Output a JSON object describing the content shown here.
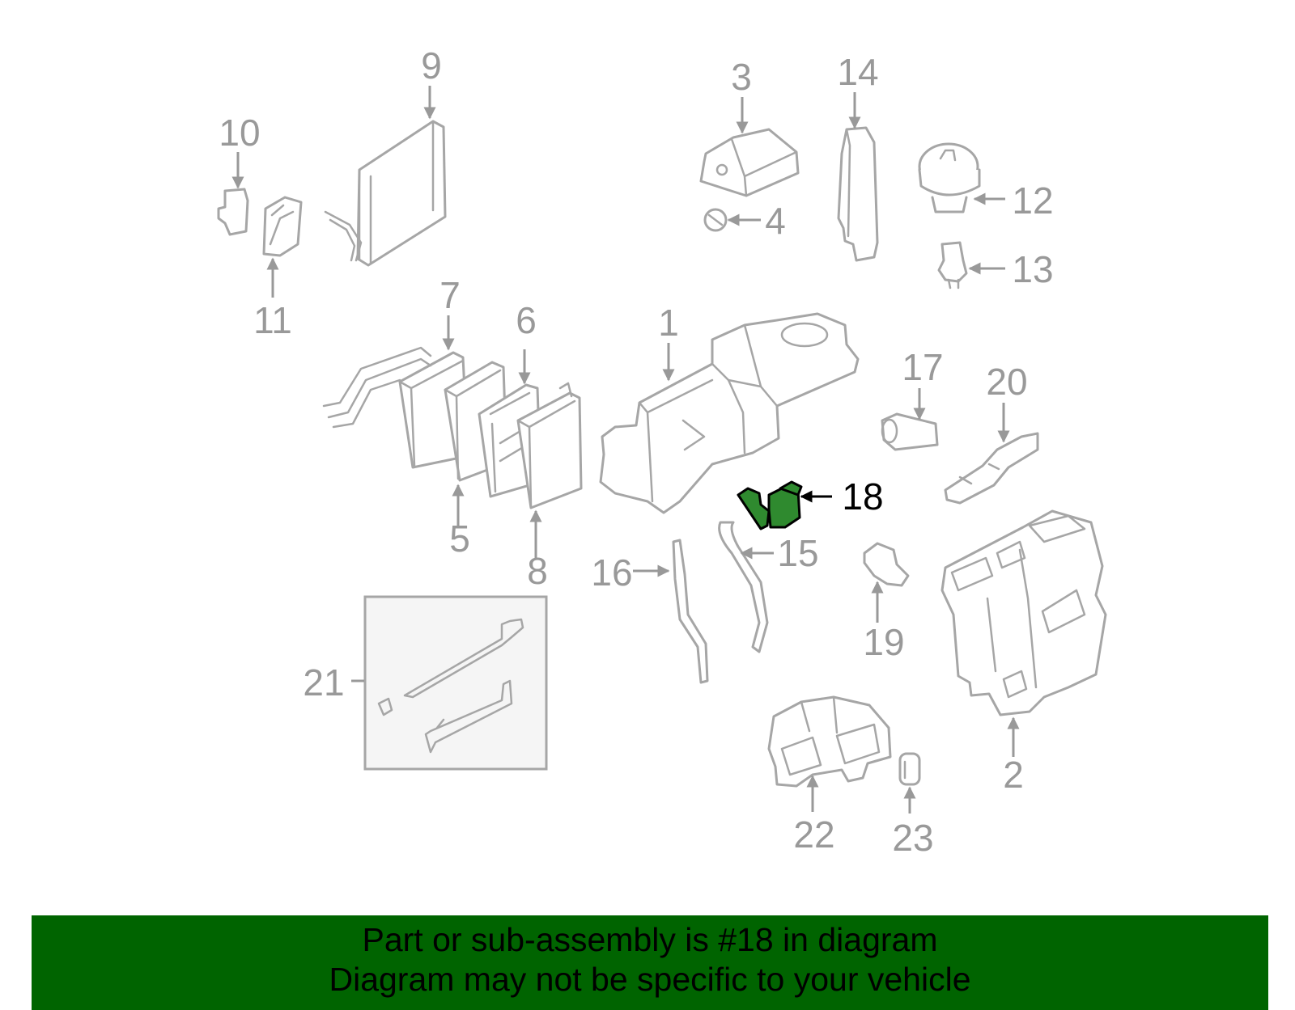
{
  "callouts": [
    "1",
    "2",
    "3",
    "4",
    "5",
    "6",
    "7",
    "8",
    "9",
    "10",
    "11",
    "12",
    "13",
    "14",
    "15",
    "16",
    "17",
    "18",
    "19",
    "20",
    "21",
    "22",
    "23"
  ],
  "highlighted_callout": "18",
  "colors": {
    "highlight_fill": "#2f8a2f",
    "banner": "#006400",
    "callout_text": "#999999",
    "part_outline": "#a6a6a6"
  },
  "footer": {
    "line1": "Part or sub-assembly is #18 in diagram",
    "line2": "Diagram may not be specific to your vehicle"
  }
}
